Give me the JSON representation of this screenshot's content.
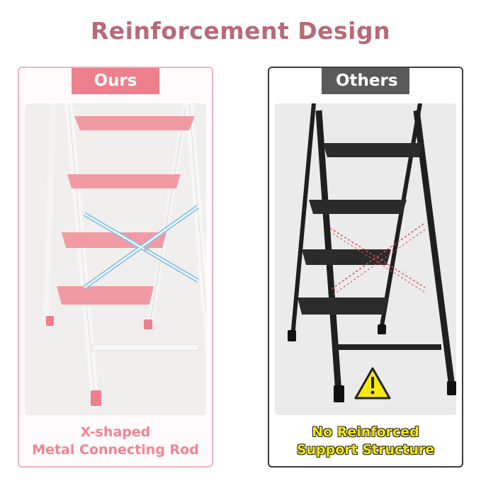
{
  "title": "Reinforcement Design",
  "ours": {
    "label": "Ours",
    "caption_line1": "X-shaped",
    "caption_line2": "Metal Connecting Rod"
  },
  "others": {
    "label": "Others",
    "caption_line1": "No Reinforced",
    "caption_line2": "Support Structure"
  },
  "colors": {
    "title": "#b86a78",
    "ours_accent": "#ee7f8c",
    "others_tag": "#5a5a5a",
    "warning_yellow": "#f7e812"
  }
}
